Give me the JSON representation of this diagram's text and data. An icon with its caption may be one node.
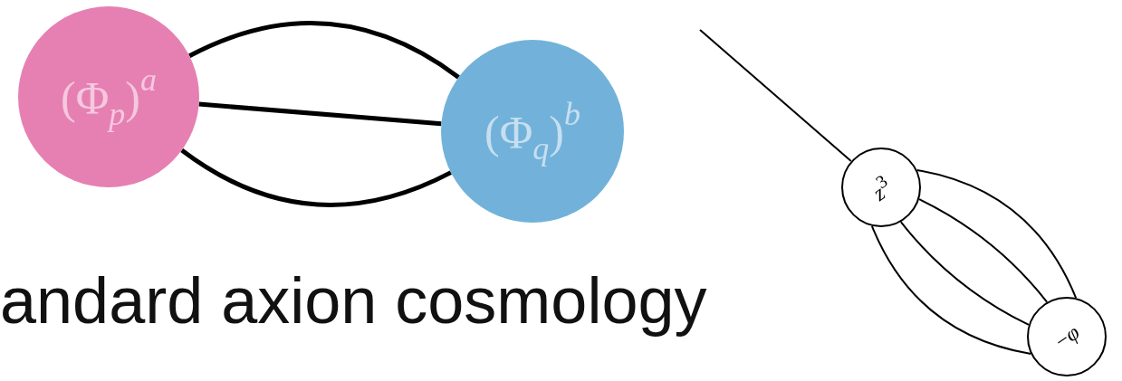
{
  "diagram": {
    "nodes": [
      {
        "text": [
          "(Φ$_{p}$)$^{a}$"
        ]
      },
      {
        "text": [
          "(Φ$_{q}$)$^{b}$"
        ]
      },
      {
        "text": [
          "*z*$^{3}$"
        ]
      },
      {
        "text": [
          "−*φ*"
        ]
      }
    ],
    "edges": [
      {
        "from": 0,
        "to": 1,
        "arrow": "none",
        "style": "thick"
      },
      {
        "from": 0,
        "to": 1,
        "arrow": "none",
        "style": "thick"
      },
      {
        "from": 0,
        "to": 1,
        "arrow": "none",
        "style": "thick"
      },
      {
        "from": null,
        "to": 2,
        "arrow": "none"
      },
      {
        "from": 2,
        "to": 3,
        "arrow": "none"
      },
      {
        "from": 2,
        "to": 3,
        "arrow": "none"
      },
      {
        "from": 2,
        "to": 3,
        "arrow": "none"
      },
      {
        "from": 2,
        "to": 3,
        "arrow": "none"
      }
    ],
    "labels": [
      "andard axion cosmology"
    ]
  }
}
